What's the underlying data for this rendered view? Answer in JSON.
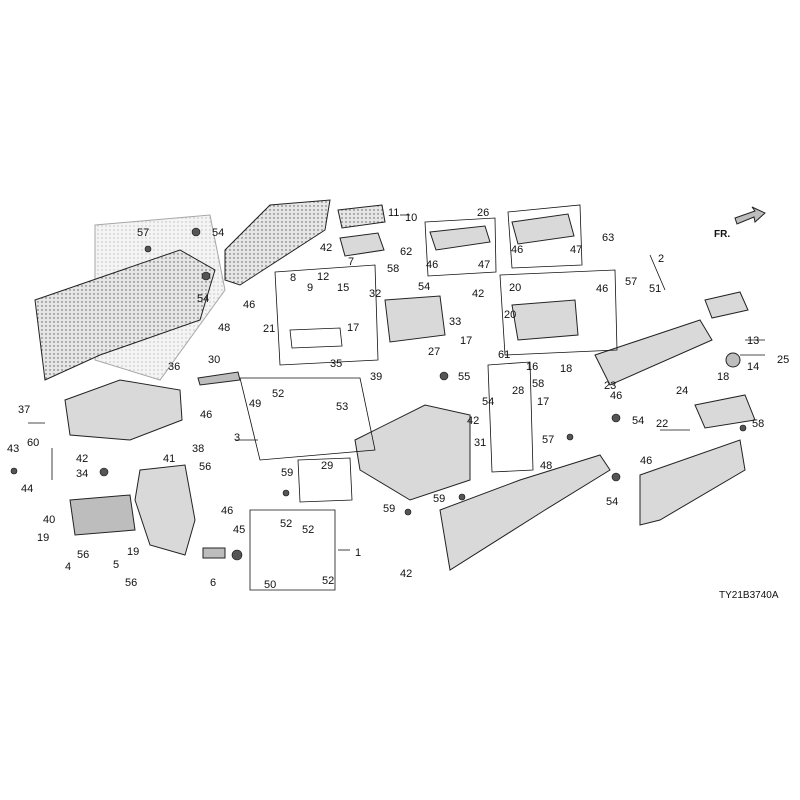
{
  "diagram": {
    "code": "TY21B3740A",
    "direction": "FR.",
    "callouts": [
      "1",
      "2",
      "3",
      "4",
      "5",
      "6",
      "7",
      "8",
      "9",
      "10",
      "11",
      "12",
      "13",
      "14",
      "15",
      "16",
      "17",
      "18",
      "19",
      "20",
      "21",
      "22",
      "23",
      "24",
      "25",
      "26",
      "27",
      "28",
      "29",
      "30",
      "31",
      "32",
      "33",
      "34",
      "35",
      "36",
      "37",
      "38",
      "39",
      "40",
      "41",
      "42",
      "43",
      "44",
      "45",
      "46",
      "47",
      "48",
      "49",
      "50",
      "51",
      "52",
      "53",
      "54",
      "55",
      "56",
      "57",
      "58",
      "59",
      "60",
      "61",
      "62",
      "63"
    ]
  }
}
